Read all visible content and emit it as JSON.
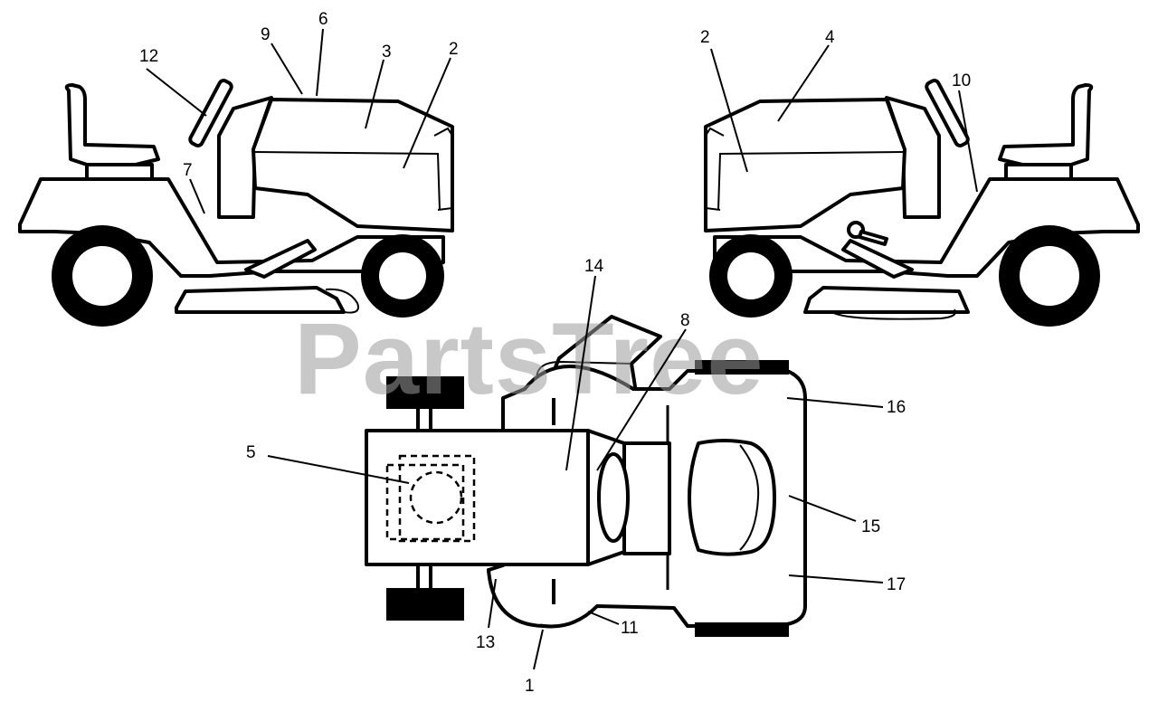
{
  "watermark": {
    "text": "PartsTree"
  },
  "callouts": [
    "1",
    "2",
    "3",
    "4",
    "5",
    "6",
    "7",
    "8",
    "9",
    "10",
    "11",
    "12",
    "13",
    "14",
    "15",
    "16",
    "17"
  ],
  "colors": {
    "line": "#000000",
    "background": "#ffffff",
    "watermark": "#9a9a9a"
  }
}
